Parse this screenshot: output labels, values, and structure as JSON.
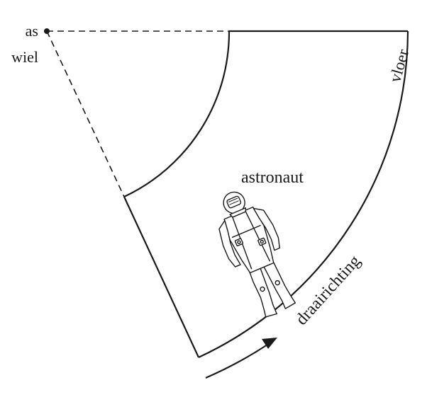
{
  "labels": {
    "axis_line1": "as",
    "axis_line2": "wiel",
    "floor": "vloer",
    "astronaut": "astronaut",
    "rotation": "draairichting"
  },
  "colors": {
    "ink": "#1a1a1a",
    "background": "#ffffff"
  },
  "icons": {
    "astronaut": "astronaut-figure",
    "rotation_arrow": "curved-arrow"
  }
}
